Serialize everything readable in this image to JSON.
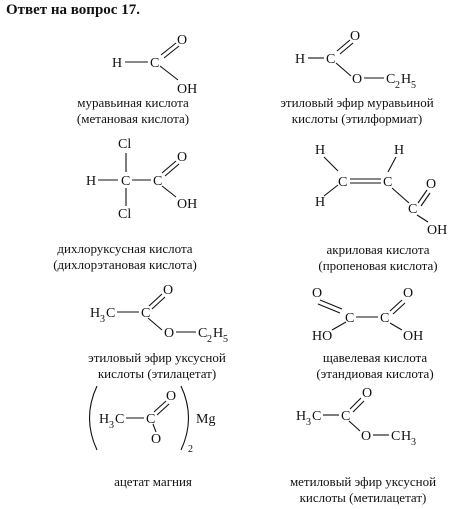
{
  "title": "Ответ на вопрос 17.",
  "compounds": [
    {
      "atoms": {
        "h": "H",
        "c": "C",
        "o": "O",
        "oh": "OH"
      },
      "caption": [
        "муравьиная кислота",
        "(метановая кислота)"
      ]
    },
    {
      "atoms": {
        "h": "H",
        "c": "C",
        "o_dbl": "O",
        "o": "O",
        "c2": "C",
        "h5": "H",
        "sub2": "2",
        "sub5": "5"
      },
      "caption": [
        "этиловый эфир муравьиной",
        "кислоты (этилформиат)"
      ]
    },
    {
      "atoms": {
        "cl1": "Cl",
        "cl2": "Cl",
        "h": "H",
        "c1": "C",
        "c2": "C",
        "o": "O",
        "oh": "OH"
      },
      "caption": [
        "дихлоруксусная кислота",
        "(дихлорэтановая кислота)"
      ]
    },
    {
      "atoms": {
        "h1": "H",
        "h2": "H",
        "h3": "H",
        "c1": "C",
        "c2": "C",
        "c3": "C",
        "o": "O",
        "oh": "OH"
      },
      "caption": [
        "акриловая кислота",
        "(пропеновая кислота)"
      ]
    },
    {
      "atoms": {
        "h": "H",
        "sub3": "3",
        "c": "C",
        "c_ester": "C",
        "o_dbl": "O",
        "o": "O",
        "c2": "C",
        "h5": "H",
        "sub2": "2",
        "sub5": "5"
      },
      "caption": [
        "этиловый эфир уксусной",
        "кислоты (этилацетат)"
      ]
    },
    {
      "atoms": {
        "o1": "O",
        "o2": "O",
        "c1": "C",
        "c2": "C",
        "ho": "HO",
        "oh": "OH"
      },
      "caption": [
        "щавелевая кислота",
        "(этандиовая кислота)"
      ]
    },
    {
      "atoms": {
        "h": "H",
        "sub3": "3",
        "c": "C",
        "c2": "C",
        "o_dbl": "O",
        "o": "O",
        "sub2": "2",
        "mg": "Mg"
      },
      "caption": [
        "ацетат магния"
      ]
    },
    {
      "atoms": {
        "h": "H",
        "sub3": "3",
        "c": "C",
        "c2": "C",
        "o_dbl": "O",
        "o": "O",
        "c3": "C",
        "h3": "H",
        "sub3b": "3"
      },
      "caption": [
        "метиловый эфир уксусной",
        "кислоты (метилацетат)"
      ]
    }
  ]
}
